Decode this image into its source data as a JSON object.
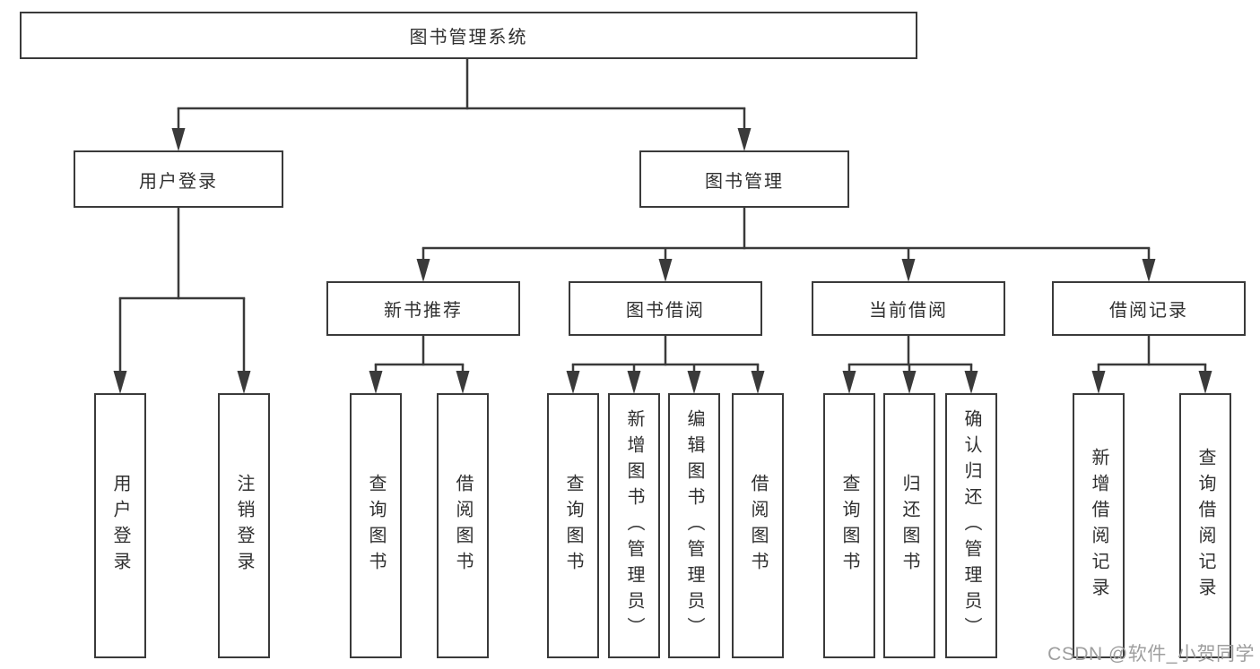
{
  "diagram": {
    "title": "图书管理系统",
    "type": "tree-structure-diagram",
    "nodes": {
      "root": {
        "label": "图书管理系统"
      },
      "level2": [
        {
          "label": "用户登录",
          "parent": "图书管理系统"
        },
        {
          "label": "图书管理",
          "parent": "图书管理系统"
        }
      ],
      "level3": [
        {
          "label": "新书推荐",
          "parent": "图书管理"
        },
        {
          "label": "图书借阅",
          "parent": "图书管理"
        },
        {
          "label": "当前借阅",
          "parent": "图书管理"
        },
        {
          "label": "借阅记录",
          "parent": "图书管理"
        }
      ],
      "leaves": [
        {
          "label": "用户登录",
          "parent": "用户登录"
        },
        {
          "label": "注销登录",
          "parent": "用户登录"
        },
        {
          "label": "查询图书",
          "parent": "新书推荐"
        },
        {
          "label": "借阅图书",
          "parent": "新书推荐"
        },
        {
          "label": "查询图书",
          "parent": "图书借阅"
        },
        {
          "label": "新增图书（管理员）",
          "parent": "图书借阅"
        },
        {
          "label": "编辑图书（管理员）",
          "parent": "图书借阅"
        },
        {
          "label": "借阅图书",
          "parent": "图书借阅"
        },
        {
          "label": "查询图书",
          "parent": "当前借阅"
        },
        {
          "label": "归还图书",
          "parent": "当前借阅"
        },
        {
          "label": "确认归还（管理员）",
          "parent": "当前借阅"
        },
        {
          "label": "新增借阅记录",
          "parent": "借阅记录"
        },
        {
          "label": "查询借阅记录",
          "parent": "借阅记录"
        }
      ]
    }
  },
  "watermark": {
    "text": "CSDN @软件_小贺同学"
  },
  "colors": {
    "line": "#3a3a3a",
    "text": "#303030",
    "box_background": "#ffffff",
    "page_background": "#ffffff",
    "watermark": "#9e9e9e"
  }
}
